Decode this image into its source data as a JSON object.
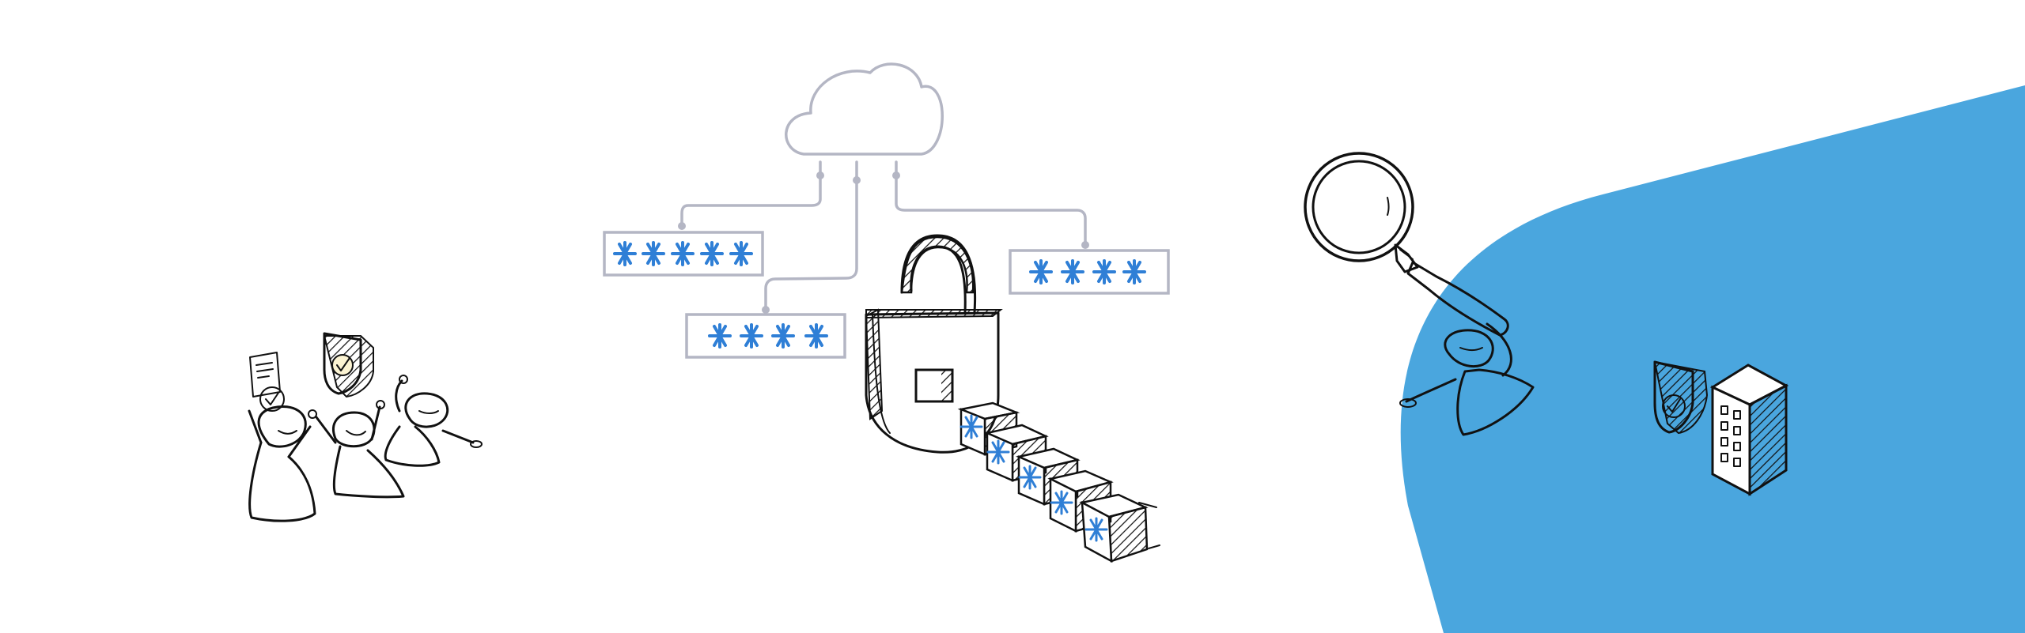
{
  "colors": {
    "accent_blue": "#4aa6de",
    "asterisk_blue": "#2f7fd6",
    "connector_grey": "#b4b6c4",
    "ink": "#111111",
    "background": "#ffffff"
  },
  "illustrations": {
    "left": [
      "people-group",
      "document-check-icon",
      "shield-check-icon"
    ],
    "center": [
      "cloud-icon",
      "password-field",
      "password-field",
      "password-field",
      "padlock-open-icon",
      "password-cubes"
    ],
    "right": [
      "magnifier-icon",
      "person-figure",
      "shield-check-icon",
      "building-icon"
    ]
  },
  "password_fields": [
    {
      "mask_count": 5
    },
    {
      "mask_count": 4
    },
    {
      "mask_count": 4
    }
  ]
}
